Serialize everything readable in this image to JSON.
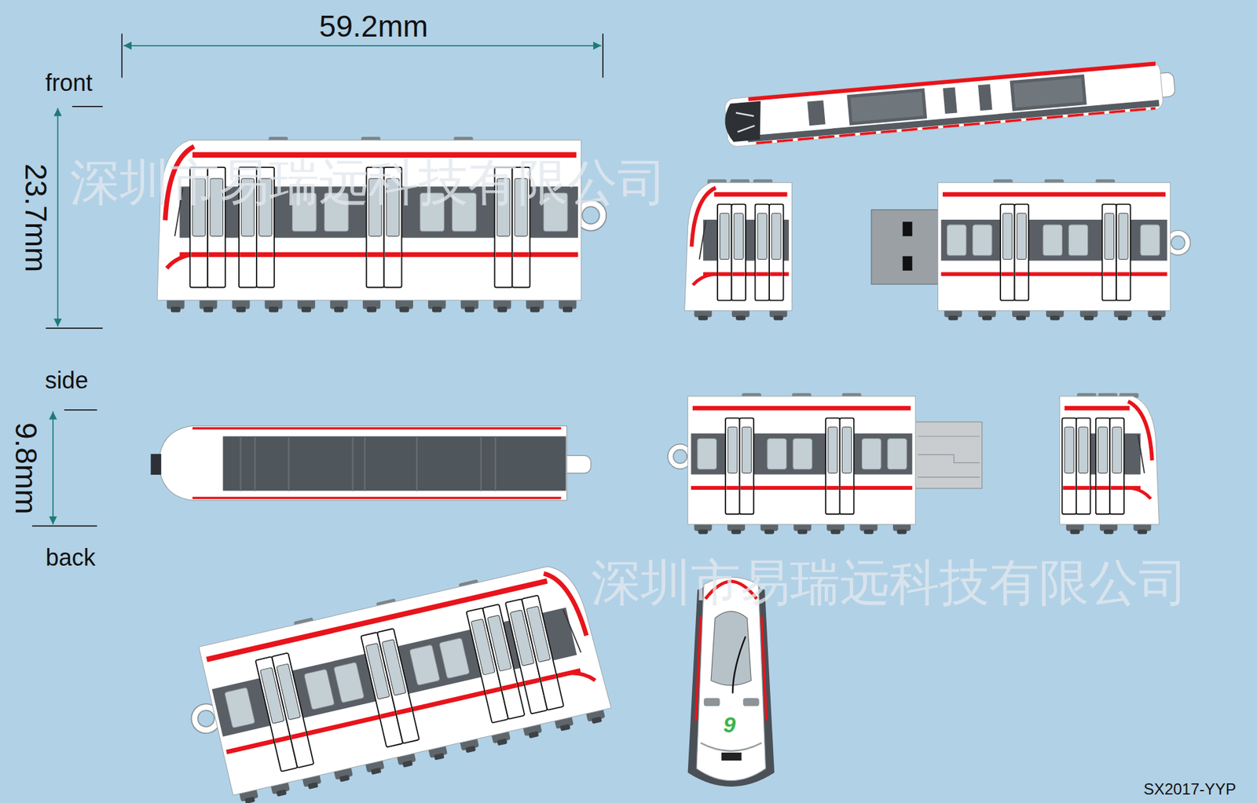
{
  "diagram": {
    "labels": [
      "59.2mm",
      "front",
      "23.7mm",
      "side",
      "9.8mm",
      "back",
      "深圳市易瑞远科技有限公司",
      "深圳市易瑞远科技有限公司",
      "9",
      "SX2017-YYP"
    ]
  }
}
